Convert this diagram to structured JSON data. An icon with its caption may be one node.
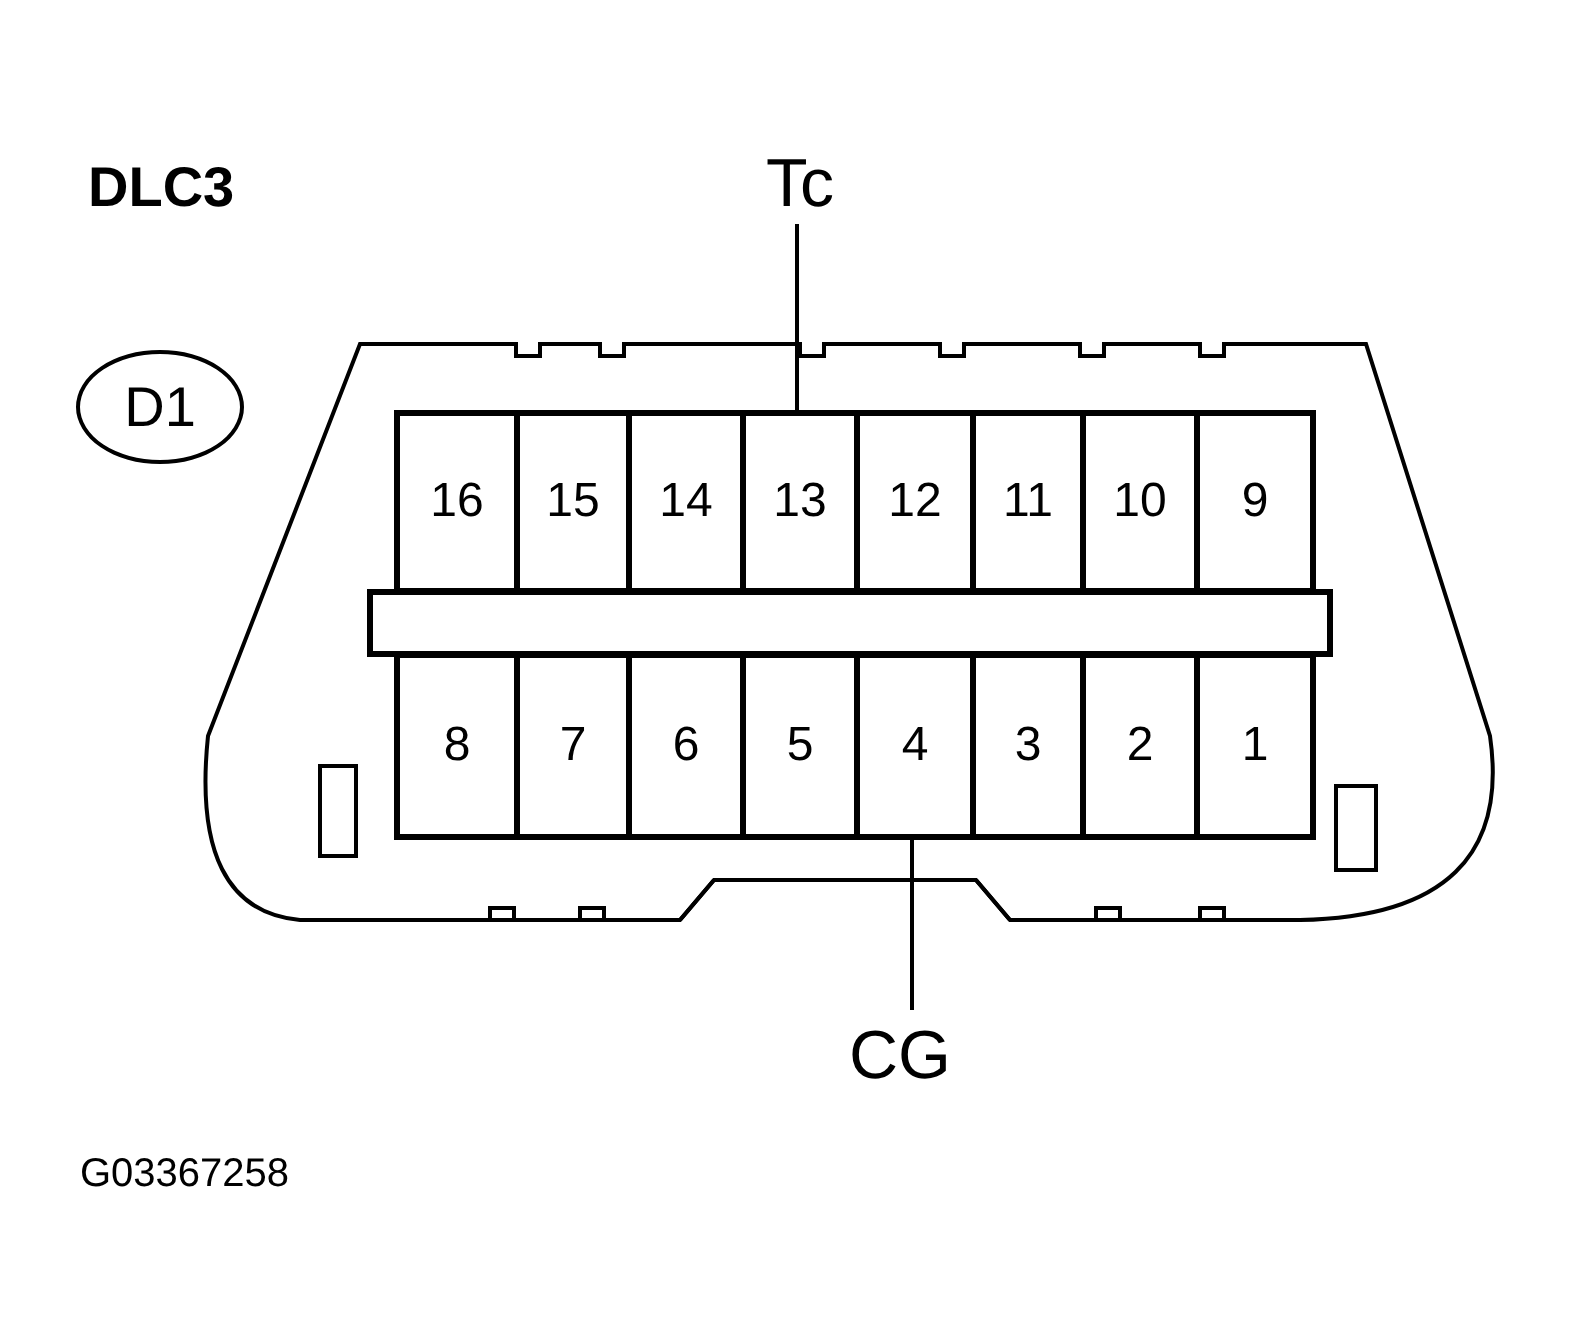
{
  "diagram": {
    "title": "DLC3",
    "nodes": [
      {
        "text": [
          "Tc"
        ]
      },
      {
        "text": [
          "D1"
        ]
      },
      {
        "text": [
          "16"
        ]
      },
      {
        "text": [
          "15"
        ]
      },
      {
        "text": [
          "14"
        ]
      },
      {
        "text": [
          "13"
        ]
      },
      {
        "text": [
          "12"
        ]
      },
      {
        "text": [
          "11"
        ]
      },
      {
        "text": [
          "10"
        ]
      },
      {
        "text": [
          "9"
        ]
      },
      {
        "text": [
          "8"
        ]
      },
      {
        "text": [
          "7"
        ]
      },
      {
        "text": [
          "6"
        ]
      },
      {
        "text": [
          "5"
        ]
      },
      {
        "text": [
          "4"
        ]
      },
      {
        "text": [
          "3"
        ]
      },
      {
        "text": [
          "2"
        ]
      },
      {
        "text": [
          "1"
        ]
      },
      {
        "text": [
          "CG"
        ]
      }
    ],
    "edges": [
      {
        "from": 0,
        "to": 5,
        "arrow": "none"
      },
      {
        "from": 18,
        "to": 14,
        "arrow": "none"
      }
    ],
    "labels": [
      "G03367258"
    ]
  }
}
